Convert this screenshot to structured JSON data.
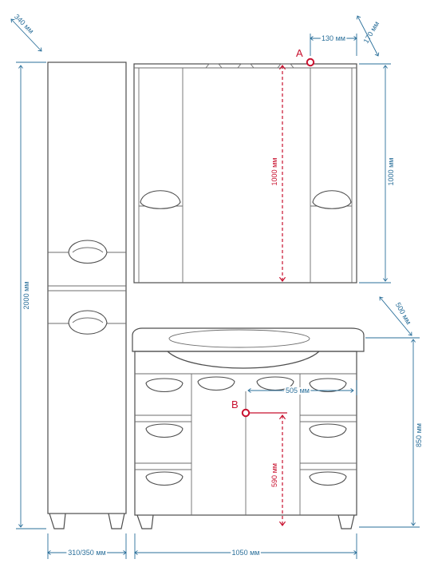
{
  "colors": {
    "outline": "#4d4d4d",
    "dimension": "#2a6f9a",
    "accent": "#c8102e"
  },
  "dimensions": {
    "pencil_depth": "340 мм",
    "pencil_height": "2000 мм",
    "pencil_width": "310/350 мм",
    "mirror_depth": "170 мм",
    "mirror_height": "1000 мм",
    "mirror_height_inner": "1000 мм",
    "point_a_offset": "130 мм",
    "sink_depth": "500 мм",
    "vanity_height": "850 мм",
    "vanity_width": "1050 мм",
    "point_b_offset": "505 мм",
    "point_b_height": "590 мм"
  },
  "points": {
    "a": "A",
    "b": "B"
  }
}
